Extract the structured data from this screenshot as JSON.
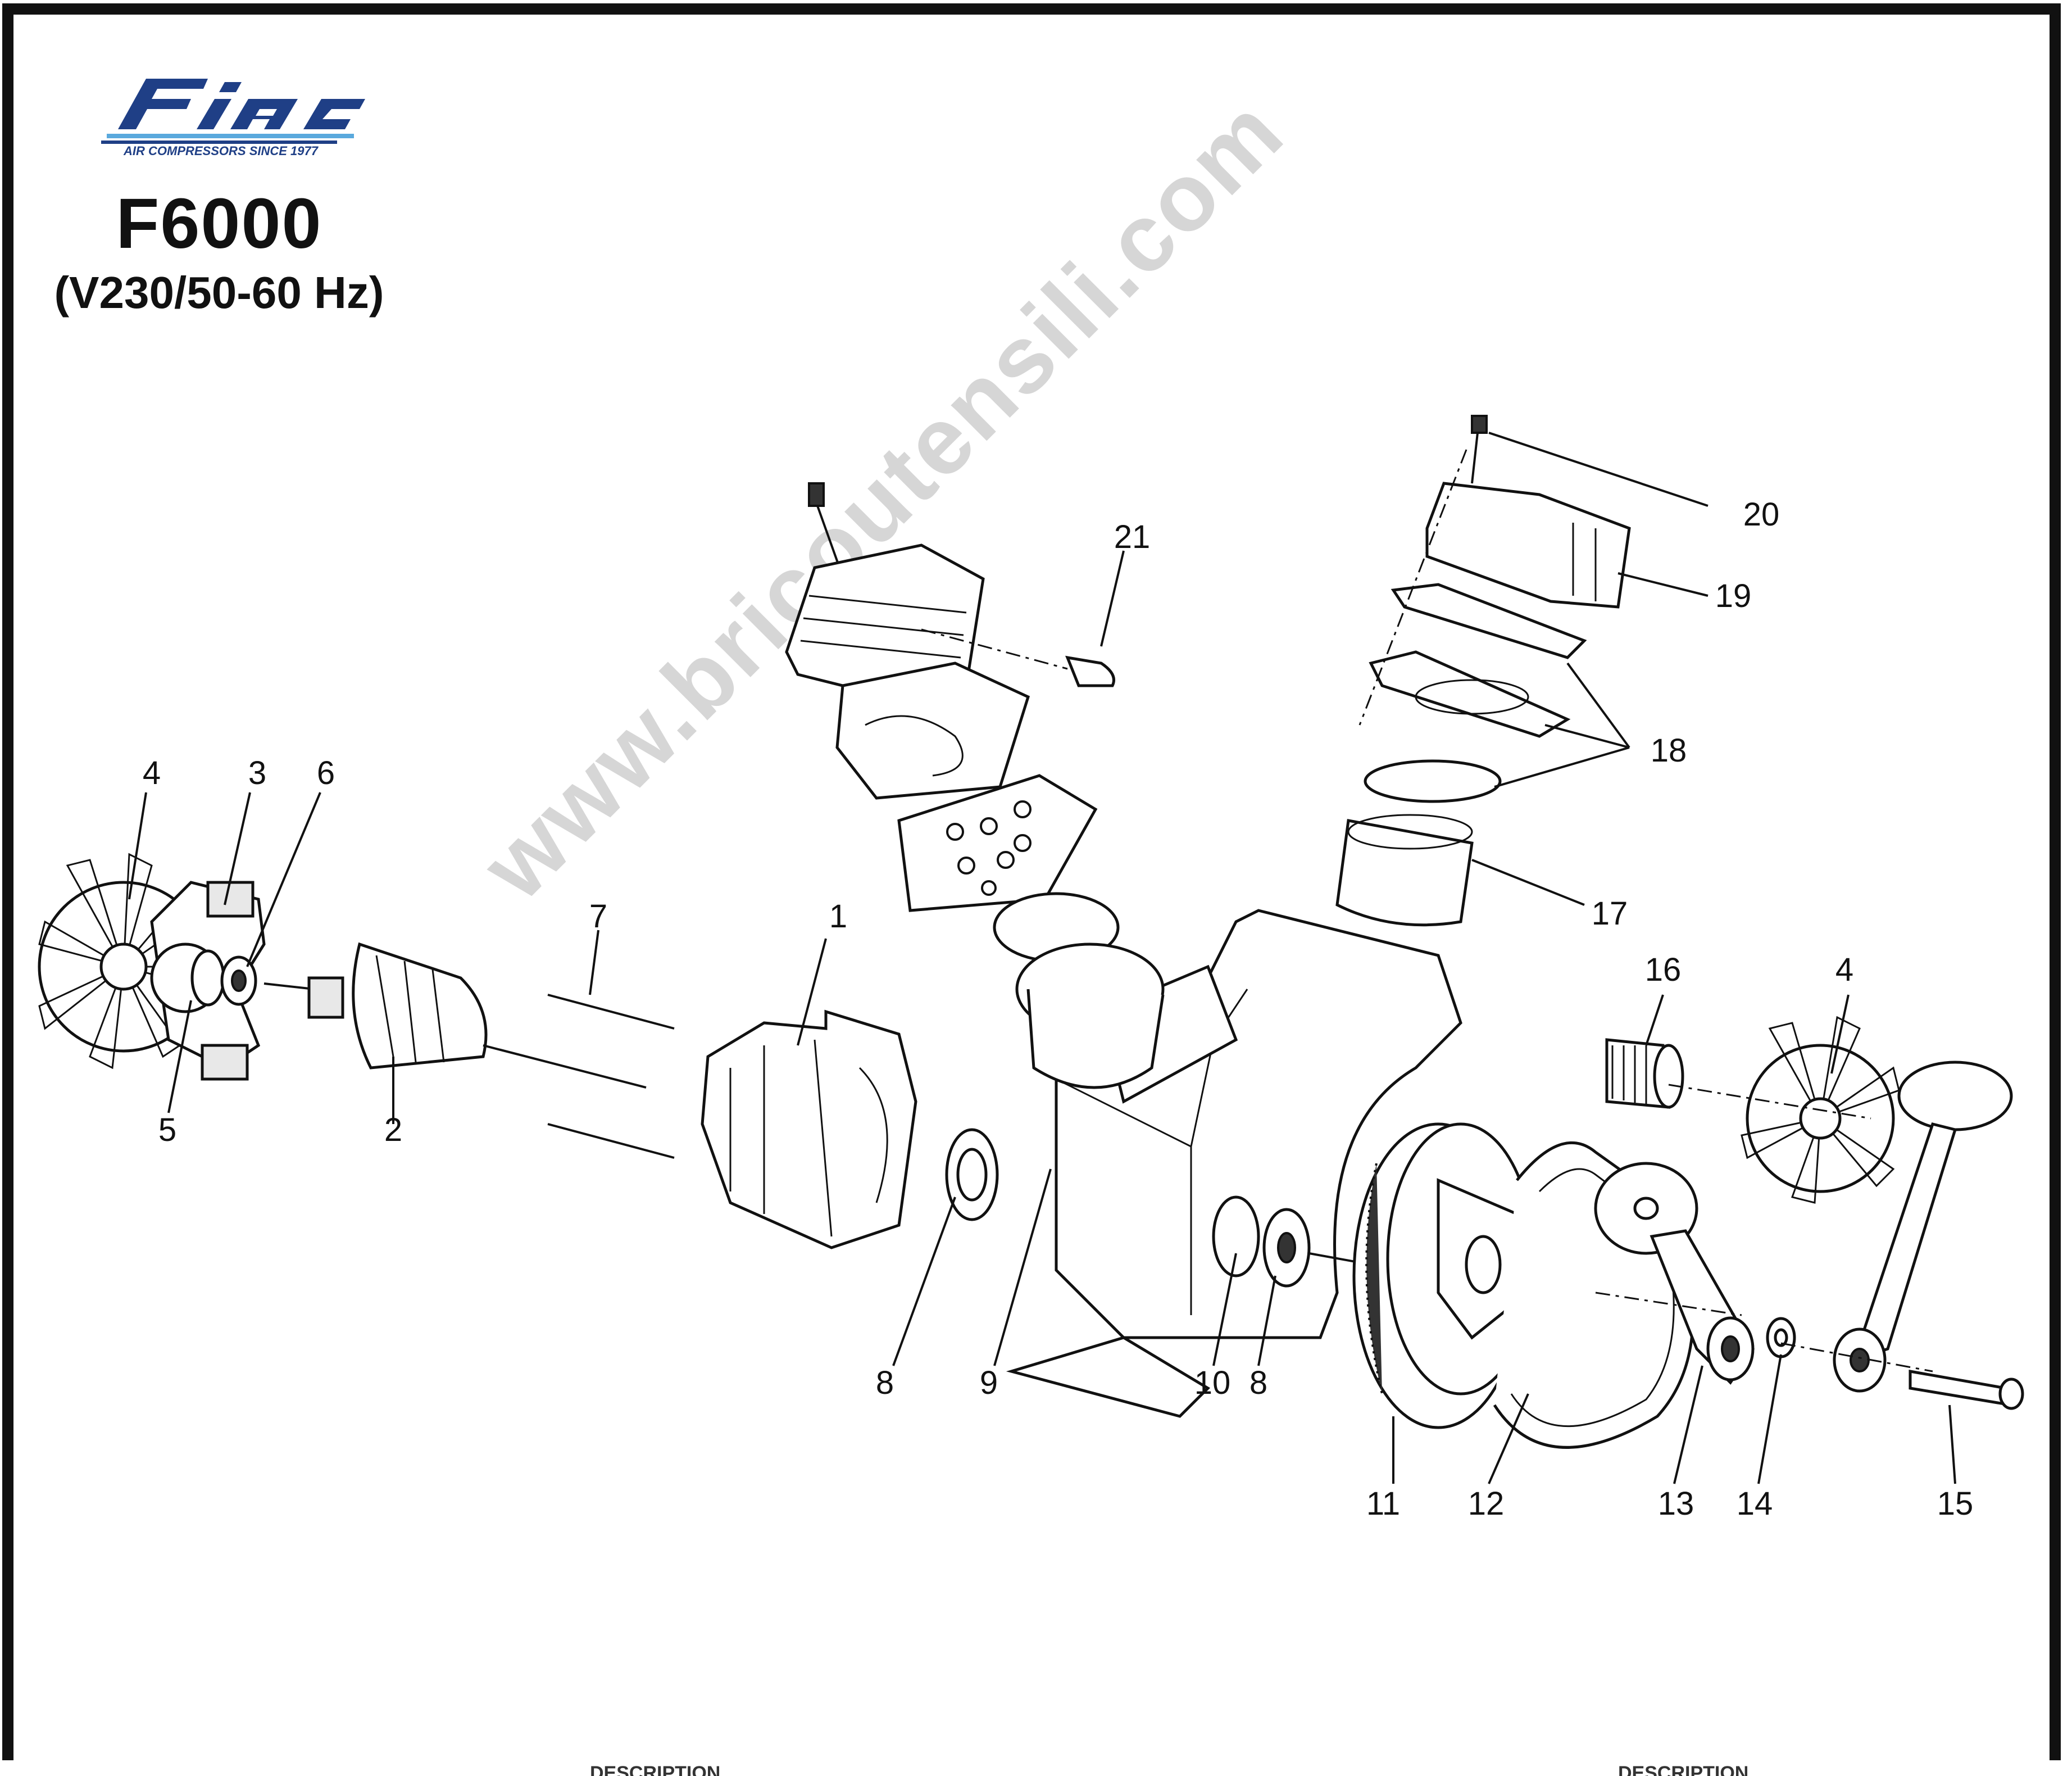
{
  "brand": {
    "name": "fiac",
    "tagline": "AIR COMPRESSORS   SINCE 1977"
  },
  "model": {
    "title": "F6000",
    "subtitle": "(V230/50-60 Hz)"
  },
  "watermark": "www.bricoutensili.com",
  "footer": {
    "left_header": "DESCRIPTION",
    "right_header": "DESCRIPTION"
  },
  "callouts": [
    {
      "id": "c1",
      "text": "1"
    },
    {
      "id": "c2",
      "text": "2"
    },
    {
      "id": "c3",
      "text": "3"
    },
    {
      "id": "c4a",
      "text": "4"
    },
    {
      "id": "c4b",
      "text": "4"
    },
    {
      "id": "c5",
      "text": "5"
    },
    {
      "id": "c6",
      "text": "6"
    },
    {
      "id": "c7",
      "text": "7"
    },
    {
      "id": "c8a",
      "text": "8"
    },
    {
      "id": "c8b",
      "text": "8"
    },
    {
      "id": "c9",
      "text": "9"
    },
    {
      "id": "c10",
      "text": "10"
    },
    {
      "id": "c11",
      "text": "11"
    },
    {
      "id": "c12",
      "text": "12"
    },
    {
      "id": "c13",
      "text": "13"
    },
    {
      "id": "c14",
      "text": "14"
    },
    {
      "id": "c15",
      "text": "15"
    },
    {
      "id": "c16",
      "text": "16"
    },
    {
      "id": "c17",
      "text": "17"
    },
    {
      "id": "c18",
      "text": "18"
    },
    {
      "id": "c19",
      "text": "19"
    },
    {
      "id": "c20",
      "text": "20"
    },
    {
      "id": "c21",
      "text": "21"
    }
  ]
}
